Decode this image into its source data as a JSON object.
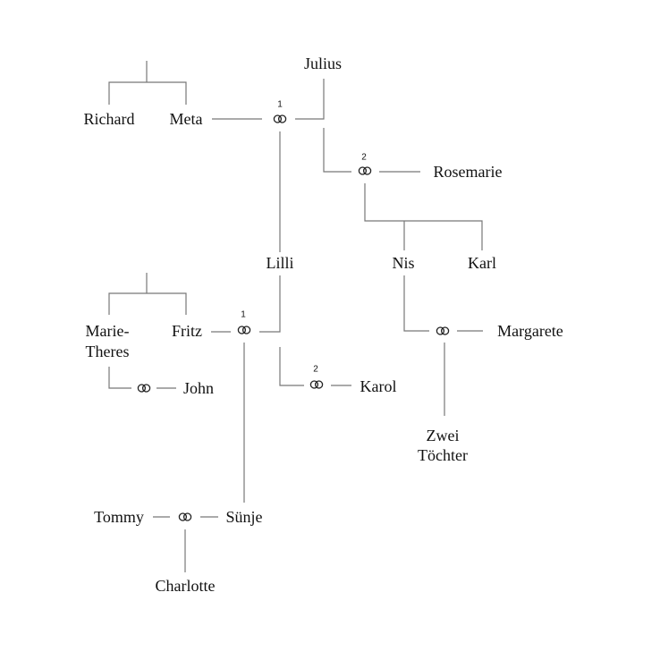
{
  "title": "Stammbaum",
  "persons": {
    "richard": "Richard",
    "meta": "Meta",
    "julius": "Julius",
    "rosemarie": "Rosemarie",
    "nis": "Nis",
    "karl": "Karl",
    "lilli": "Lilli",
    "marie_theres_1": "Marie-",
    "marie_theres_2": "Theres",
    "fritz": "Fritz",
    "john": "John",
    "karol": "Karol",
    "margarete": "Margarete",
    "zwei_toechter_1": "Zwei",
    "zwei_toechter_2": "Töchter",
    "tommy": "Tommy",
    "suenje": "Sünje",
    "charlotte": "Charlotte"
  },
  "marriage_indices": {
    "julius_meta": "1",
    "julius_rosemarie": "2",
    "lilli_fritz": "1",
    "lilli_karol": "2"
  },
  "marriage_symbol": "wedding-rings-icon"
}
